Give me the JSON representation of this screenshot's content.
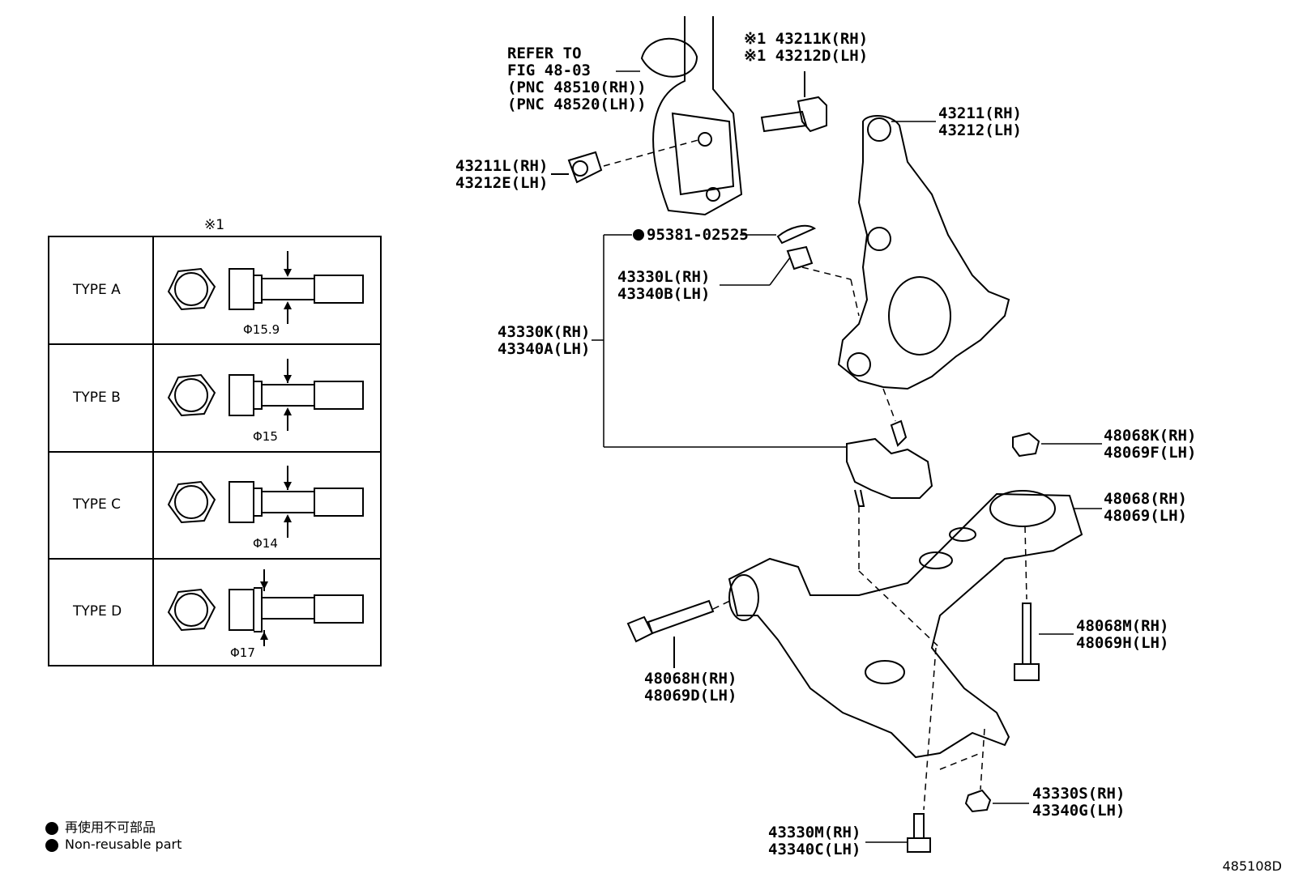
{
  "note_mark": "※1",
  "refer_to": [
    "REFER TO",
    "FIG 48-03",
    "(PNC 48510(RH))",
    "(PNC 48520(LH))"
  ],
  "callouts": {
    "bolt_43211K": [
      "※1 43211K(RH)",
      "※1 43212D(LH)"
    ],
    "knuckle": [
      "43211(RH)",
      "43212(LH)"
    ],
    "nut_43211L": [
      "43211L(RH)",
      "43212E(LH)"
    ],
    "cotter_pin": "95381-02525",
    "nut_43330L": [
      "43330L(RH)",
      "43340B(LH)"
    ],
    "ball_joint": [
      "43330K(RH)",
      "43340A(LH)"
    ],
    "nut_48068K": [
      "48068K(RH)",
      "48069F(LH)"
    ],
    "arm": [
      "48068(RH)",
      "48069(LH)"
    ],
    "bolt_48068M": [
      "48068M(RH)",
      "48069H(LH)"
    ],
    "bolt_48068H": [
      "48068H(RH)",
      "48069D(LH)"
    ],
    "nut_43330S": [
      "43330S(RH)",
      "43340G(LH)"
    ],
    "bolt_43330M": [
      "43330M(RH)",
      "43340C(LH)"
    ]
  },
  "type_table": {
    "header_mark": "※1",
    "rows": [
      {
        "label": "TYPE A",
        "diameter": "Φ15.9"
      },
      {
        "label": "TYPE B",
        "diameter": "Φ15"
      },
      {
        "label": "TYPE C",
        "diameter": "Φ14"
      },
      {
        "label": "TYPE D",
        "diameter": "Φ17"
      }
    ]
  },
  "legend": {
    "jp": "再使用不可部品",
    "en": "Non-reusable part"
  },
  "figure_number": "485108D"
}
